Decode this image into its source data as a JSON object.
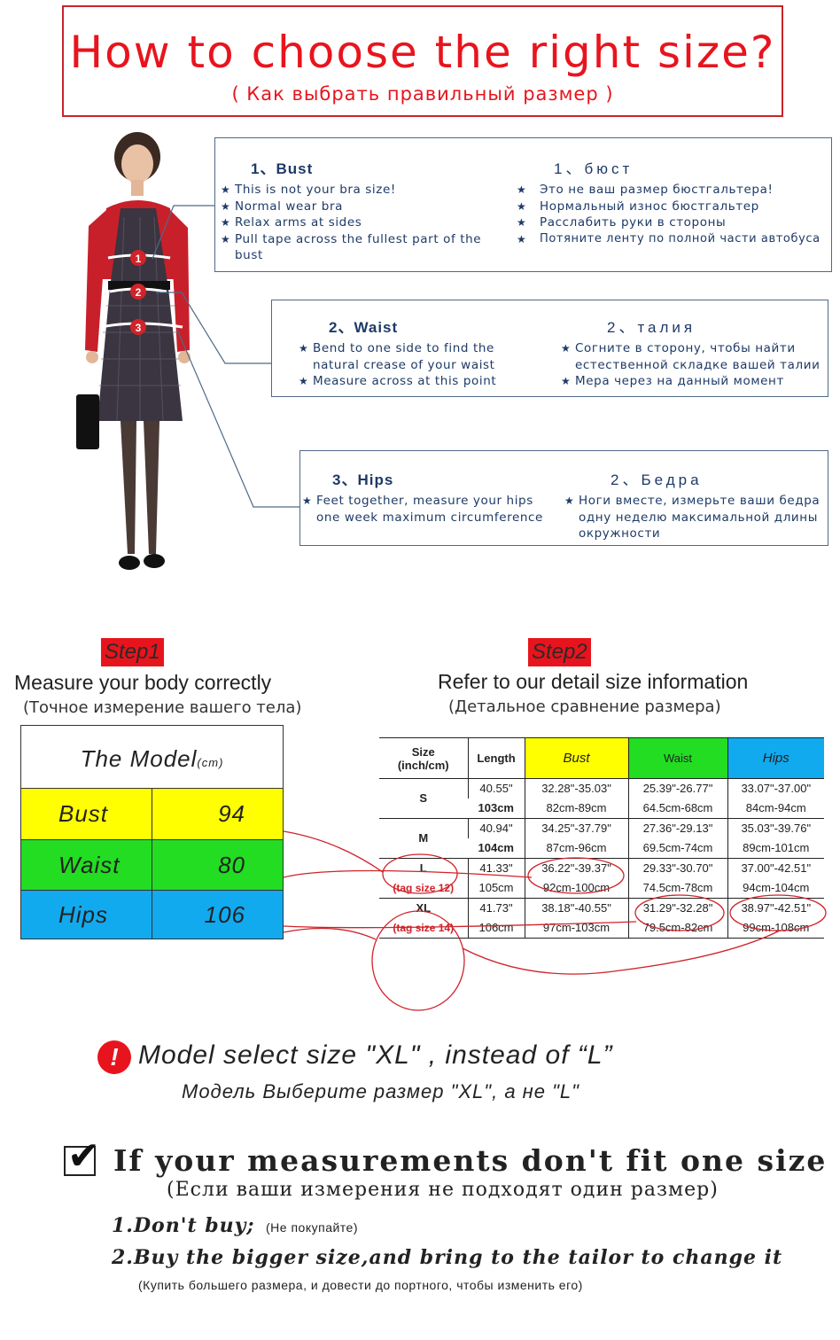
{
  "header": {
    "title": "How to choose the right size?",
    "subtitle": "( Как выбрать правильный размер )"
  },
  "figure": {
    "markers": [
      "1",
      "2",
      "3"
    ]
  },
  "bust": {
    "en_title": "1、Bust",
    "en_items": [
      "This is not your bra size!",
      "Normal wear bra",
      "Relax arms at sides",
      "Pull tape across the fullest part of the bust"
    ],
    "ru_title": "1、бюст",
    "ru_items": [
      "Это не ваш размер бюстгальтера!",
      "Нормальный износ бюстгальтер",
      "Расслабить руки в стороны",
      "Потяните ленту по полной части автобуса"
    ]
  },
  "waist": {
    "en_title": "2、Waist",
    "en_items": [
      "Bend to one side to find the natural crease of your waist",
      "Measure across at this point"
    ],
    "ru_title": "2、талия",
    "ru_items": [
      "Согните в сторону, чтобы найти естественной складке вашей талии",
      "Мера через на данный момент"
    ]
  },
  "hips": {
    "en_title": "3、Hips",
    "en_items": [
      "Feet together, measure your hips one week maximum circumference"
    ],
    "ru_title": "2、Бедра",
    "ru_items": [
      "Ноги вместе, измерьте ваши бедра одну неделю максимальной длины окружности"
    ]
  },
  "step1": {
    "badge": "Step1",
    "line": "Measure your body correctly",
    "sub": "(Точное измерение вашего тела)"
  },
  "step2": {
    "badge": "Step2",
    "line": "Refer to our detail size information",
    "sub": "(Детальное сравнение размера)"
  },
  "model_table": {
    "title": "The  Model",
    "unit": "(cm)",
    "rows": [
      {
        "label": "Bust",
        "value": "94",
        "color": "#ffff00"
      },
      {
        "label": "Waist",
        "value": "80",
        "color": "#22dd22"
      },
      {
        "label": "Hips",
        "value": "106",
        "color": "#11aaee"
      }
    ]
  },
  "size_table": {
    "headers": {
      "size": "Size",
      "size_unit": "(inch/cm)",
      "length": "Length",
      "bust": "Bust",
      "waist": "Waist",
      "hips": "Hips"
    },
    "header_colors": {
      "bust": "#ffff00",
      "waist": "#22dd22",
      "hips": "#11aaee"
    },
    "rows": [
      {
        "size": "S",
        "tag": "",
        "length": [
          "40.55\"",
          "103cm"
        ],
        "bust": [
          "32.28\"-35.03\"",
          "82cm-89cm"
        ],
        "waist": [
          "25.39\"-26.77\"",
          "64.5cm-68cm"
        ],
        "hips": [
          "33.07\"-37.00\"",
          "84cm-94cm"
        ]
      },
      {
        "size": "M",
        "tag": "",
        "length": [
          "40.94\"",
          "104cm"
        ],
        "bust": [
          "34.25\"-37.79\"",
          "87cm-96cm"
        ],
        "waist": [
          "27.36\"-29.13\"",
          "69.5cm-74cm"
        ],
        "hips": [
          "35.03\"-39.76\"",
          "89cm-101cm"
        ]
      },
      {
        "size": "L",
        "tag": "(tag size 12)",
        "length": [
          "41.33\"",
          "105cm"
        ],
        "bust": [
          "36.22\"-39.37\"",
          "92cm-100cm"
        ],
        "waist": [
          "29.33\"-30.70\"",
          "74.5cm-78cm"
        ],
        "hips": [
          "37.00\"-42.51\"",
          "94cm-104cm"
        ]
      },
      {
        "size": "XL",
        "tag": "(tag size 14)",
        "length": [
          "41.73\"",
          "106cm"
        ],
        "bust": [
          "38.18\"-40.55\"",
          "97cm-103cm"
        ],
        "waist": [
          "31.29\"-32.28\"",
          "79.5cm-82cm"
        ],
        "hips": [
          "38.97\"-42.51\"",
          "99cm-108cm"
        ]
      }
    ]
  },
  "note": {
    "icon": "!",
    "line1": "Model select size \"XL\" ,  instead of  “L”",
    "line2": "Модель Выберите размер \"XL\", а не \"L\""
  },
  "advice": {
    "check": "✔",
    "title": "If your measurements don't fit one size",
    "title_ru": "(Если ваши измерения не подходят один размер)",
    "item1": "1.Don't buy;",
    "item1_ru": "(Не покупайте)",
    "item2": "2.Buy the bigger size,and bring to the tailor to change it",
    "item2_ru": "(Купить большего размера, и довести до портного, чтобы изменить его)"
  },
  "colors": {
    "accent_red": "#e8141d",
    "box_text": "#1e3a66",
    "annotation_red": "#d0232a"
  }
}
